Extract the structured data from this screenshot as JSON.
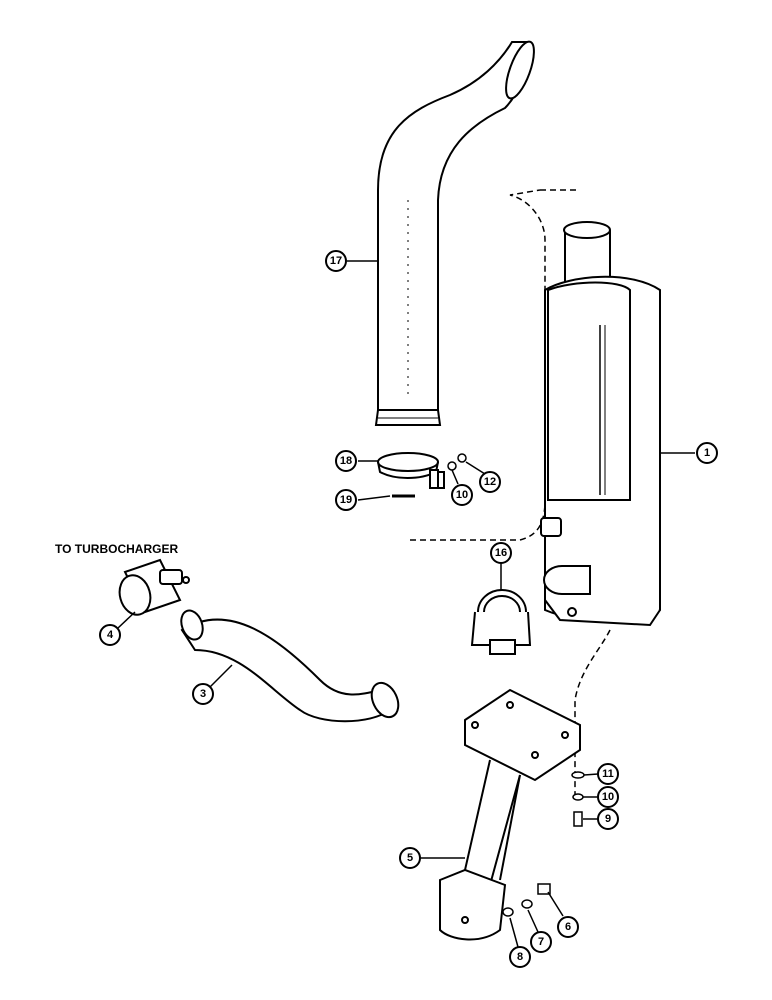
{
  "labels": {
    "to_turbocharger": "TO TURBOCHARGER"
  },
  "callouts": [
    {
      "id": "c1",
      "num": "1",
      "part": "muffler"
    },
    {
      "id": "c3",
      "num": "3",
      "part": "exhaust-elbow-pipe"
    },
    {
      "id": "c4",
      "num": "4",
      "part": "pipe-clamp"
    },
    {
      "id": "c5",
      "num": "5",
      "part": "muffler-support-bracket"
    },
    {
      "id": "c6",
      "num": "6",
      "part": "bolt"
    },
    {
      "id": "c7",
      "num": "7",
      "part": "lock-washer"
    },
    {
      "id": "c8",
      "num": "8",
      "part": "nut"
    },
    {
      "id": "c9",
      "num": "9",
      "part": "bolt"
    },
    {
      "id": "c10a",
      "num": "10",
      "part": "lock-washer"
    },
    {
      "id": "c10b",
      "num": "10",
      "part": "lock-washer"
    },
    {
      "id": "c11",
      "num": "11",
      "part": "washer"
    },
    {
      "id": "c12",
      "num": "12",
      "part": "nut"
    },
    {
      "id": "c16",
      "num": "16",
      "part": "u-clamp"
    },
    {
      "id": "c17",
      "num": "17",
      "part": "exhaust-stack"
    },
    {
      "id": "c18",
      "num": "18",
      "part": "stack-clamp"
    },
    {
      "id": "c19",
      "num": "19",
      "part": "bolt"
    }
  ]
}
